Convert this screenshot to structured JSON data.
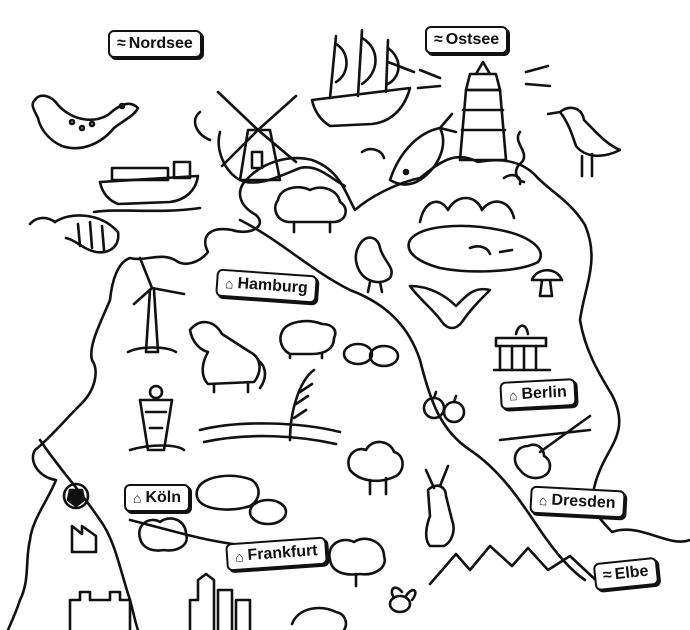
{
  "labels": {
    "nordsee": "Nordsee",
    "ostsee": "Ostsee",
    "hamburg": "Hamburg",
    "berlin": "Berlin",
    "koeln": "Köln",
    "dresden": "Dresden",
    "frankfurt": "Frankfurt",
    "elbe": "Elbe"
  },
  "icons": {
    "sea_label_icon": "waves-icon",
    "city_label_icon": "house-icon"
  },
  "colors": {
    "line": "#111111",
    "background": "#ffffff"
  }
}
